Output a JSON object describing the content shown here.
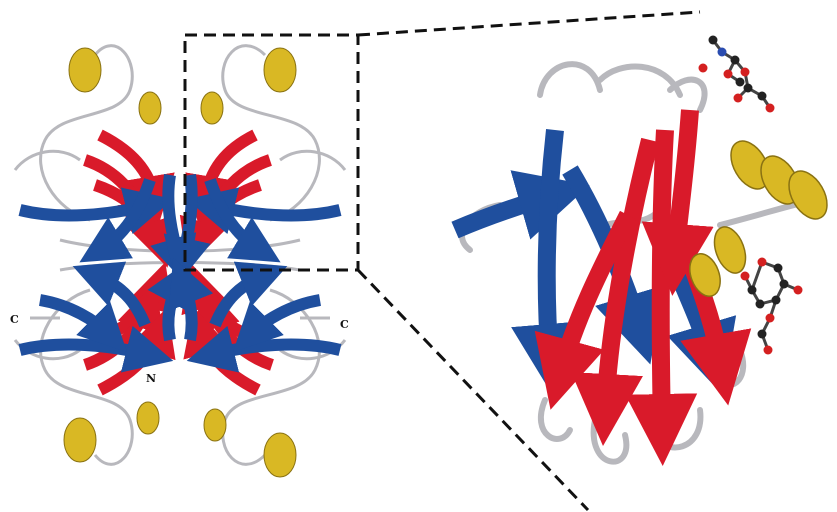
{
  "figure": {
    "labels": {
      "c_left": "C",
      "c_right": "C",
      "n_center": "N"
    },
    "colors": {
      "strand_red": "#d91a2a",
      "strand_blue": "#1f4f9e",
      "helix_yellow": "#d9b824",
      "loop_grey": "#b8b8bd",
      "zoom_box": "#111111",
      "atom_carbon": "#222222",
      "atom_oxygen": "#d42020",
      "atom_nitrogen": "#2a4cb0"
    },
    "icons": {
      "overview": "protein-tetramer-ribbon-icon",
      "detail": "protein-monomer-ribbon-icon",
      "ligand": "ball-and-stick-molecule-icon"
    }
  }
}
